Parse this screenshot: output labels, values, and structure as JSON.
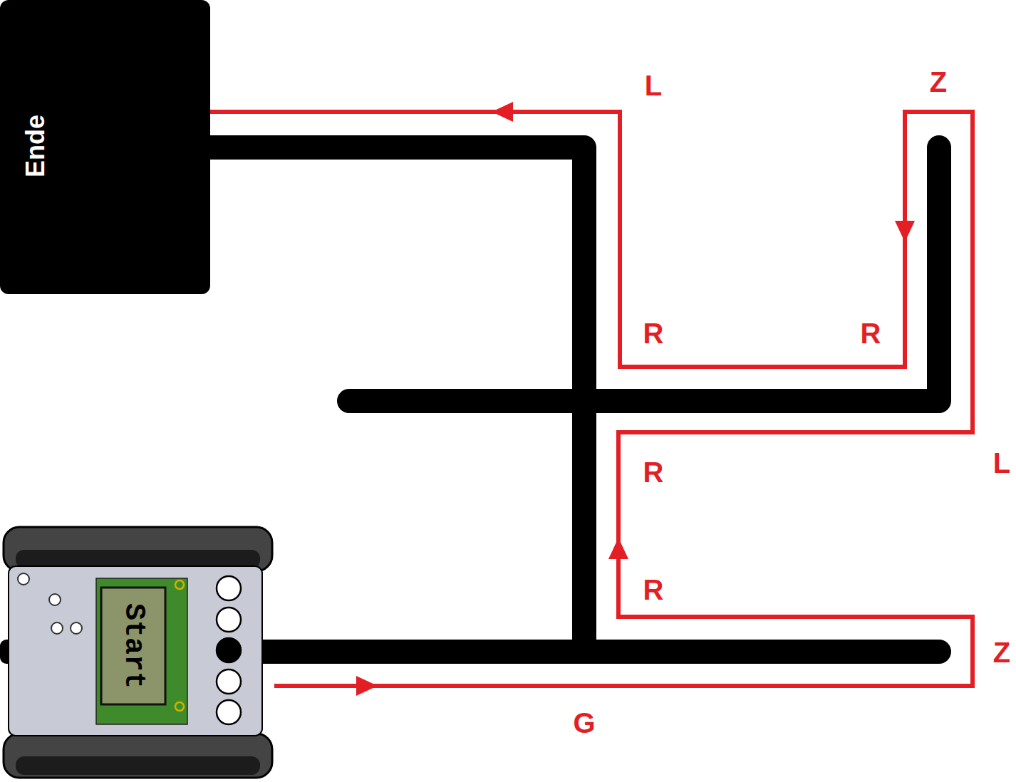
{
  "diagram": {
    "nodes": [
      {
        "text": [
          "Ende"
        ]
      },
      {
        "text": [
          "Start"
        ]
      }
    ],
    "edges": [
      {
        "from": 1,
        "to": 0,
        "arrow": "to"
      }
    ],
    "labels": [
      "L",
      "Z",
      "R",
      "R",
      "L",
      "R",
      "R",
      "Z",
      "G"
    ]
  }
}
